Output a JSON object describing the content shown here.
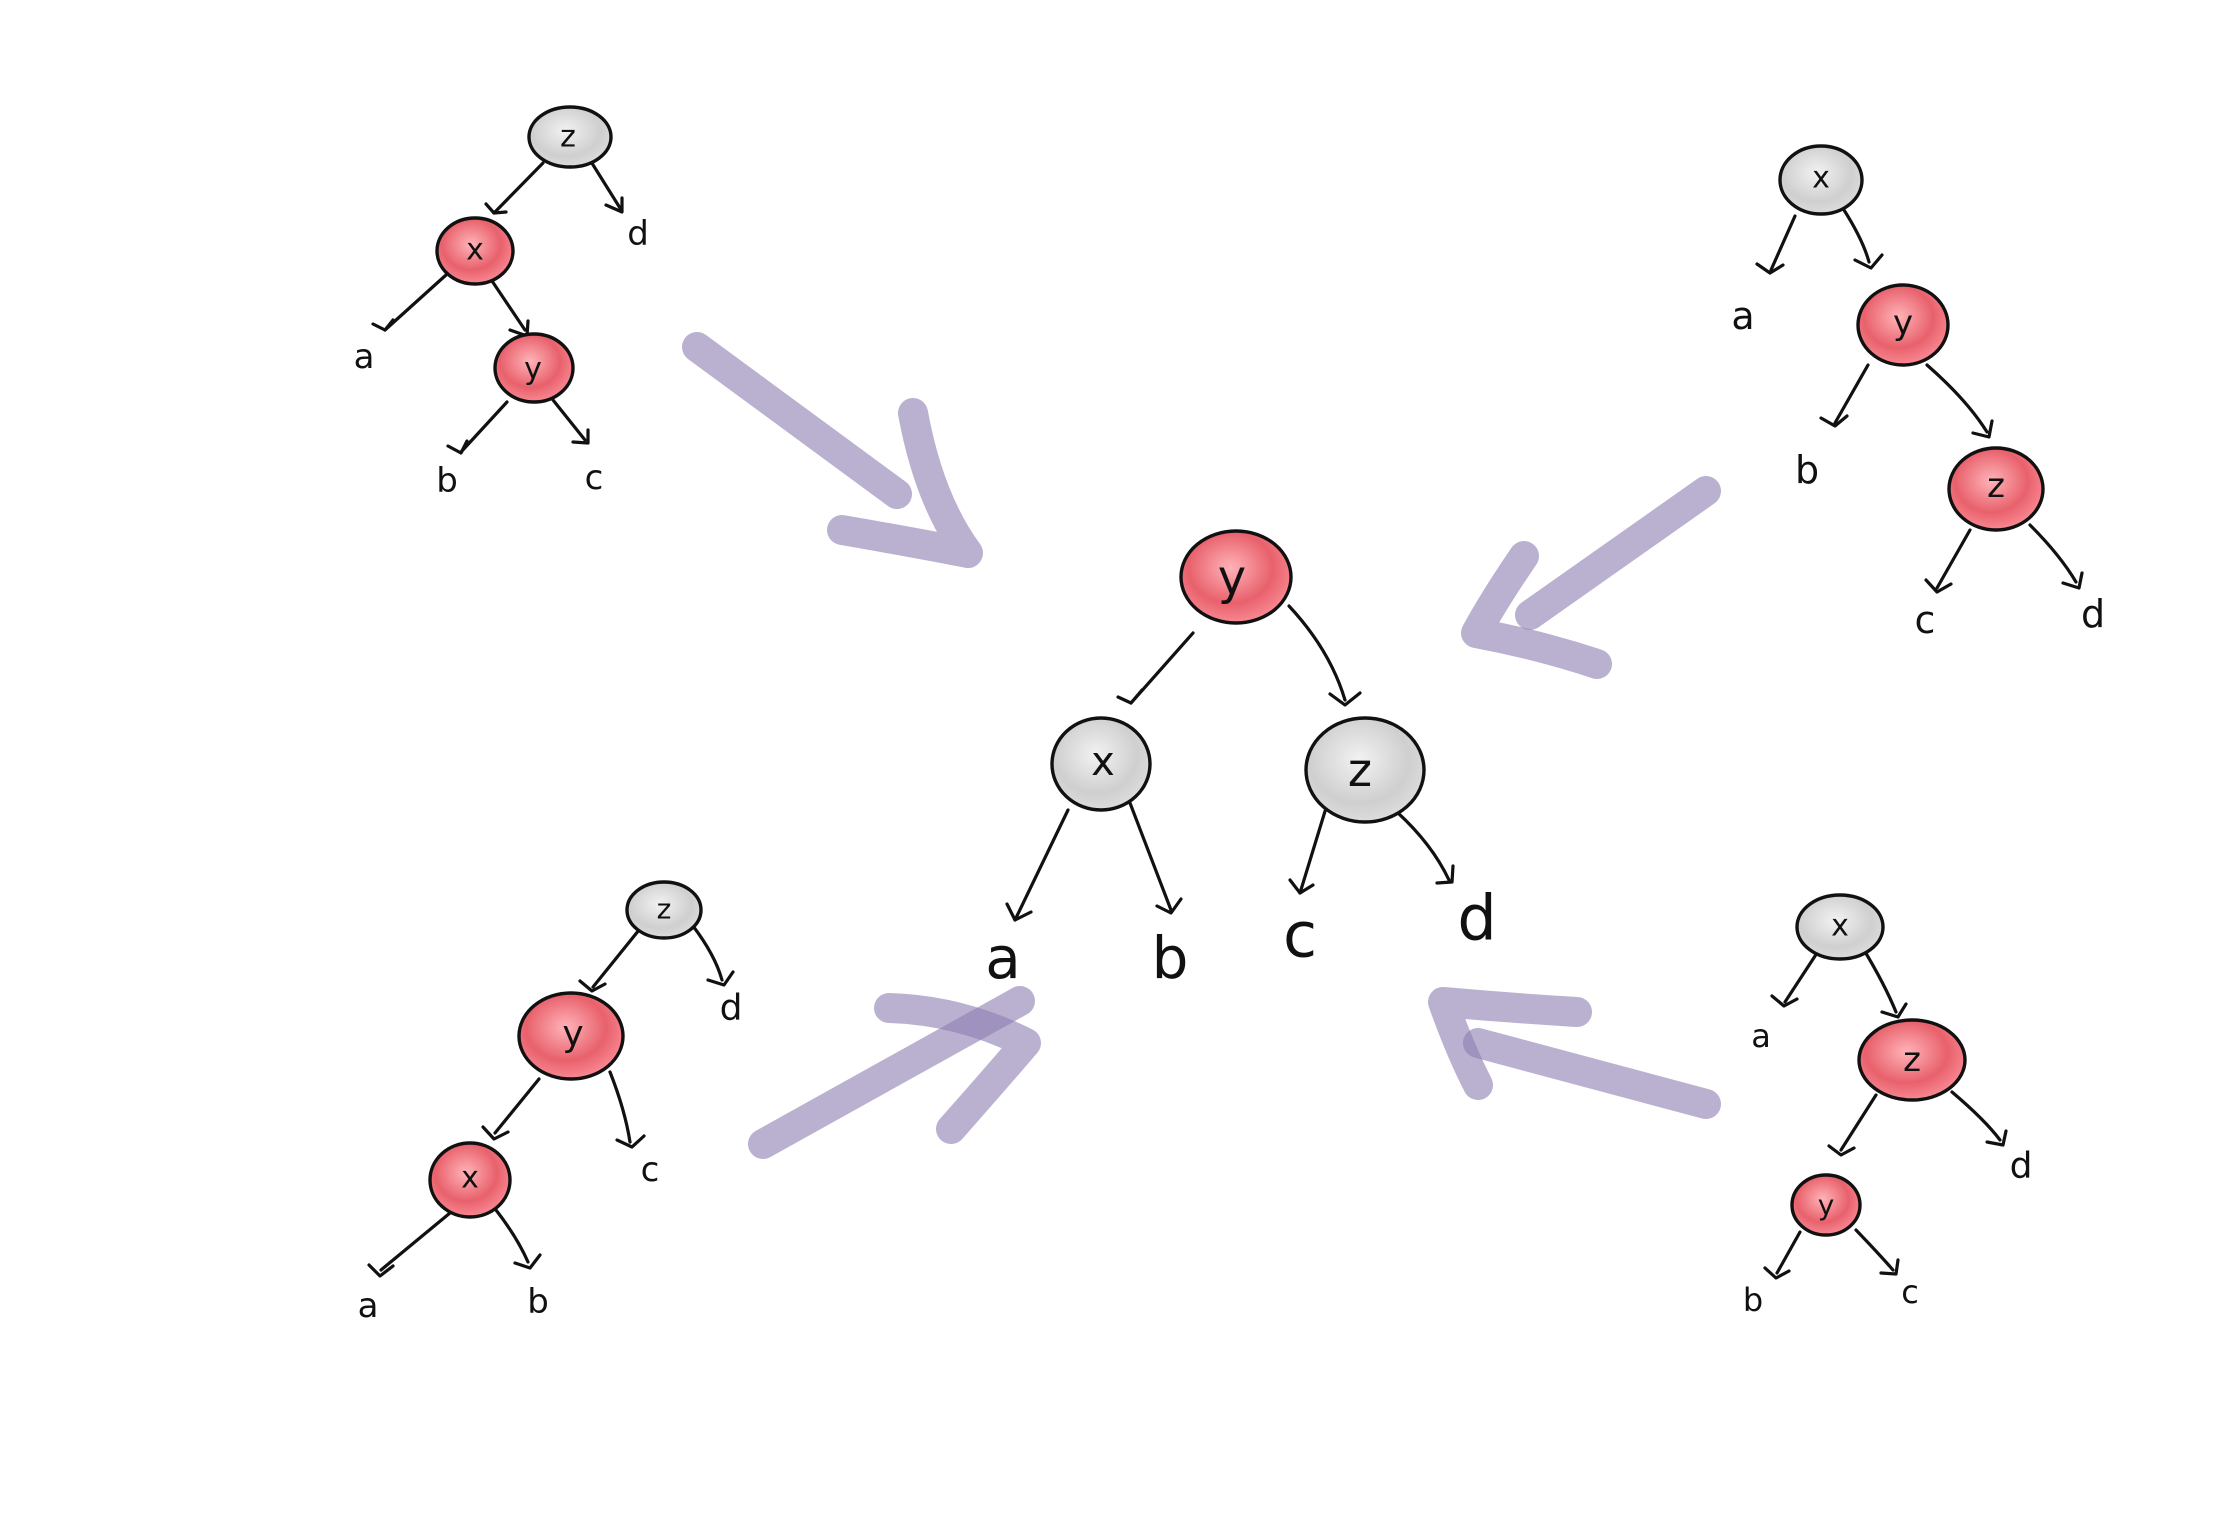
{
  "colors": {
    "red_node": "#e8616c",
    "gray_node": "#cfcfcf",
    "ink": "#111111",
    "arrow": "#8f7fb3"
  },
  "center_tree": {
    "root": "y",
    "left": "x",
    "right": "z",
    "leaves": [
      "a",
      "b",
      "c",
      "d"
    ]
  },
  "tree_top_left": {
    "nodes": [
      "z",
      "x",
      "y"
    ],
    "leaves": [
      "a",
      "b",
      "c",
      "d"
    ]
  },
  "tree_top_right": {
    "nodes": [
      "x",
      "y",
      "z"
    ],
    "leaves": [
      "a",
      "b",
      "c",
      "d"
    ]
  },
  "tree_bottom_left": {
    "nodes": [
      "z",
      "y",
      "x"
    ],
    "leaves": [
      "a",
      "b",
      "c",
      "d"
    ]
  },
  "tree_bottom_right": {
    "nodes": [
      "x",
      "z",
      "y"
    ],
    "leaves": [
      "a",
      "b",
      "c",
      "d"
    ]
  }
}
